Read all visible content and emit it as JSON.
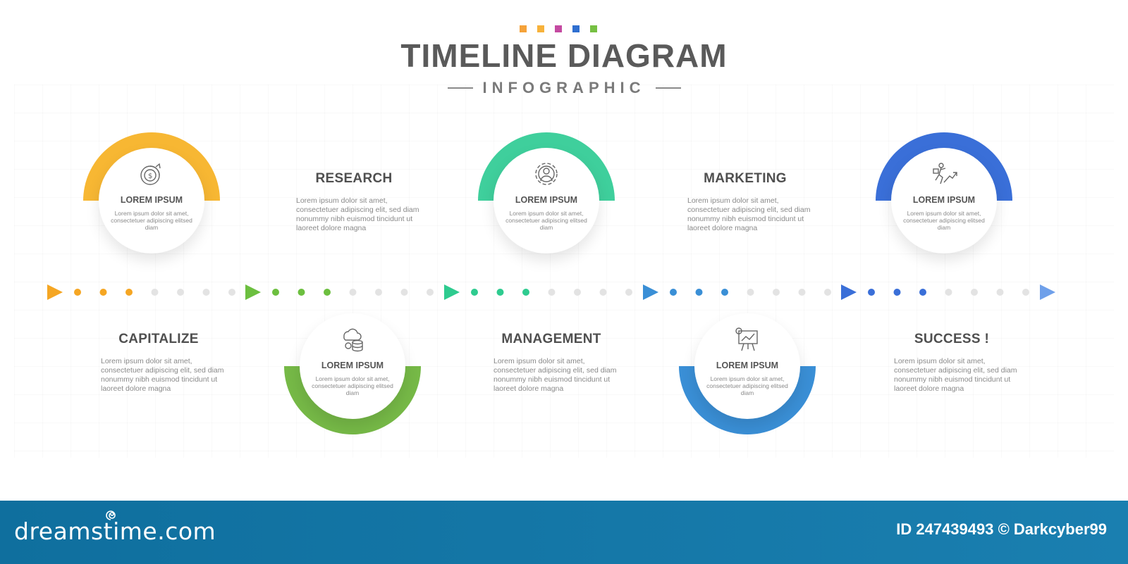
{
  "header": {
    "title": "TIMELINE DIAGRAM",
    "subtitle": "INFOGRAPHIC",
    "accent_squares": [
      "#f5a23a",
      "#f7b23b",
      "#c44aa1",
      "#2f6fd0",
      "#76c043"
    ]
  },
  "milestones": [
    {
      "heading": "LOREM IPSUM",
      "text": "Lorem ipsum dolor sit amet, consectetuer adipiscing elitsed diam",
      "color": "#f7b733",
      "icon": "dollar-chart-icon"
    },
    {
      "heading": "LOREM IPSUM",
      "text": "Lorem ipsum dolor sit amet, consectetuer adipiscing elitsed diam",
      "color": "#76b947",
      "icon": "cloud-database-icon"
    },
    {
      "heading": "LOREM IPSUM",
      "text": "Lorem ipsum dolor sit amet, consectetuer adipiscing elitsed diam",
      "color": "#3fcf9c",
      "icon": "gear-person-icon"
    },
    {
      "heading": "LOREM IPSUM",
      "text": "Lorem ipsum dolor sit amet, consectetuer adipiscing elitsed diam",
      "color": "#3a8fd6",
      "icon": "presentation-board-icon"
    },
    {
      "heading": "LOREM IPSUM",
      "text": "Lorem ipsum dolor sit amet, consectetuer adipiscing elitsed diam",
      "color": "#3a6fd8",
      "icon": "businessman-growth-icon"
    }
  ],
  "labels": [
    {
      "title": "CAPITALIZE",
      "text": "Lorem ipsum dolor sit amet, consectetuer adipiscing elit, sed diam nonummy nibh euismod tincidunt ut laoreet dolore magna"
    },
    {
      "title": "RESEARCH",
      "text": "Lorem ipsum dolor sit amet, consectetuer adipiscing elit, sed diam nonummy nibh euismod tincidunt ut laoreet dolore magna"
    },
    {
      "title": "MANAGEMENT",
      "text": "Lorem ipsum dolor sit amet, consectetuer adipiscing elit, sed diam nonummy nibh euismod tincidunt ut laoreet dolore magna"
    },
    {
      "title": "MARKETING",
      "text": "Lorem ipsum dolor sit amet, consectetuer adipiscing elit, sed diam nonummy nibh euismod tincidunt ut laoreet dolore magna"
    },
    {
      "title": "SUCCESS !",
      "text": "Lorem ipsum dolor sit amet, consectetuer adipiscing elit, sed diam nonummy nibh euismod tincidunt ut laoreet dolore magna"
    }
  ],
  "timeline": {
    "segment_colors": [
      "#f5a623",
      "#6cbf3f",
      "#2ecb8f",
      "#3a8fd6",
      "#3a6fd8"
    ],
    "end_arrow_color": "#6fa0ea",
    "inactive_dot_color": "#e3e3e3",
    "active_dots_per_segment": 3,
    "total_dots_per_segment": 7
  },
  "footer": {
    "brand": "dreamstime.com",
    "id_text": "ID 247439493 © Darkcyber99"
  }
}
